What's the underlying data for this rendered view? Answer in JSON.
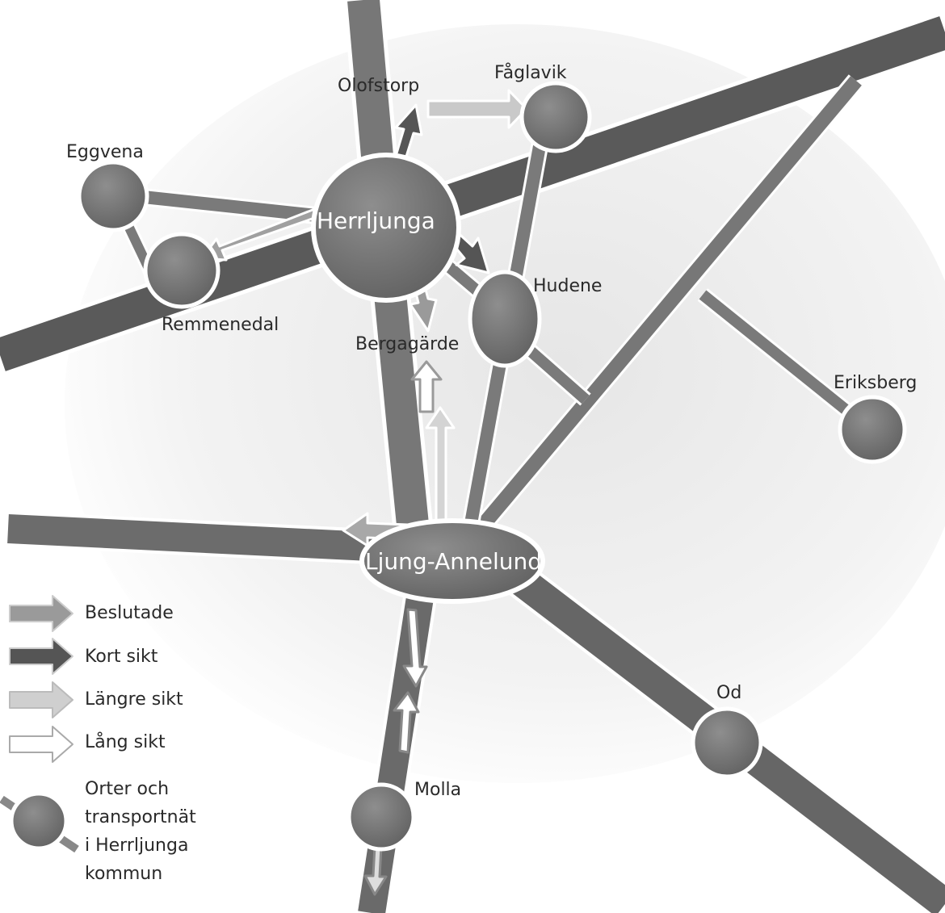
{
  "places": {
    "herrljunga": "Herrljunga",
    "ljung_annelund": "Ljung-Annelund",
    "olofstorp": "Olofstorp",
    "faglavik": "Fåglavik",
    "eggvena": "Eggvena",
    "remmenedal": "Remmenedal",
    "hudene": "Hudene",
    "bergagarde": "Bergagärde",
    "eriksberg": "Eriksberg",
    "od": "Od",
    "molla": "Molla"
  },
  "legend": {
    "beslutade": "Beslutade",
    "kort_sikt": "Kort sikt",
    "langre_sikt": "Längre sikt",
    "lang_sikt": "Lång sikt",
    "orter_line1": "Orter och",
    "orter_line2": "transportnät",
    "orter_line3": "i Herrljunga",
    "orter_line4": "kommun"
  },
  "colors": {
    "beslutade": "#9a9a9a",
    "kort_sikt": "#555555",
    "langre_sikt": "#c8c8c8",
    "lang_sikt": "#ffffff",
    "node": "#777777",
    "road": "#6a6a6a"
  }
}
